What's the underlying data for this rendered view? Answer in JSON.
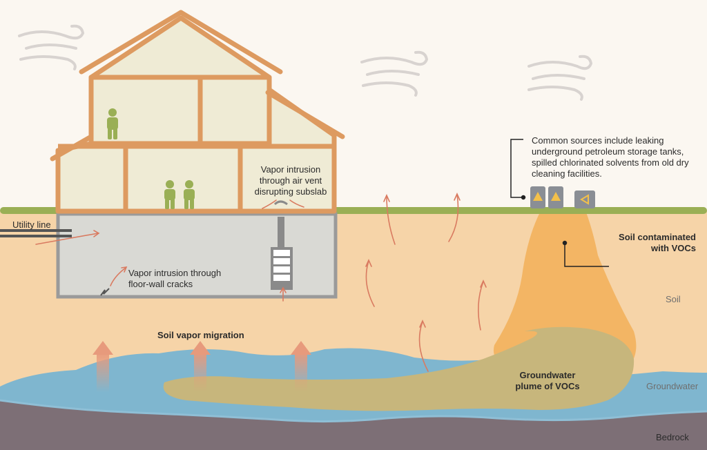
{
  "labels": {
    "utility_line": "Utility line",
    "vapor_air_vent": "Vapor intrusion through air vent disrupting subslab",
    "vapor_cracks": "Vapor intrusion through floor-wall cracks",
    "soil_vapor_migration": "Soil vapor migration",
    "common_sources": "Common sources include leaking underground petroleum storage tanks, spilled chlorinated solvents from old dry cleaning facilities.",
    "soil_contaminated": "Soil contaminated with VOCs",
    "groundwater_plume": "Groundwater plume of VOCs",
    "soil": "Soil",
    "groundwater": "Groundwater",
    "bedrock": "Bedrock"
  },
  "colors": {
    "sky": "#fbf7f1",
    "house_wall": "#dd9a60",
    "house_fill": "#efebd5",
    "people": "#9aaf55",
    "grass": "#9aaf55",
    "soil": "#f6d4a8",
    "basement": "#d9d9d4",
    "groundwater": "#7fb6cf",
    "bedrock": "#7d6f76",
    "contamination": "#f3b564",
    "plume": "#c7b67c",
    "arrow": "#d97a60",
    "tank": "#8a8e95"
  },
  "icons": [
    "wind-swirl-icon",
    "person-icon",
    "warning-icon",
    "tank-icon",
    "crack-icon"
  ]
}
